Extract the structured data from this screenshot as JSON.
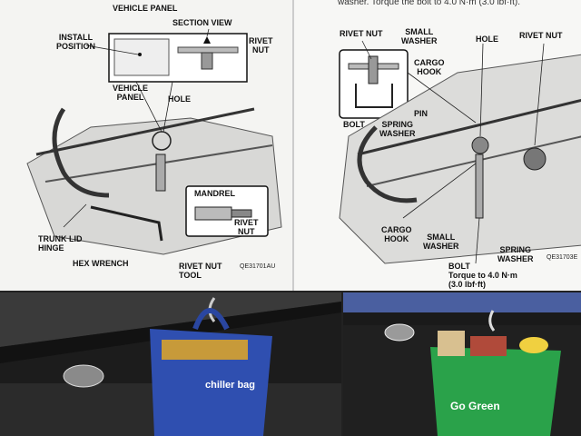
{
  "left_figure": {
    "labels": {
      "vehicle_panel_top": "VEHICLE PANEL",
      "section_view": "SECTION VIEW",
      "install_position": "INSTALL\nPOSITION",
      "rivet_nut_top": "RIVET\nNUT",
      "vehicle_panel": "VEHICLE\nPANEL",
      "hole": "HOLE",
      "mandrel": "MANDREL",
      "rivet_nut_inset": "RIVET\nNUT",
      "trunk_lid_hinge": "TRUNK LID\nHINGE",
      "hex_wrench": "HEX WRENCH",
      "rivet_nut_tool": "RIVET NUT\nTOOL"
    },
    "code": "QE31701AU"
  },
  "right_figure": {
    "header_text": "washer. Torque the bolt to 4.0 N·m (3.0 lbf·ft).",
    "labels": {
      "rivet_nut_l": "RIVET NUT",
      "small_washer_top": "SMALL\nWASHER",
      "hole": "HOLE",
      "rivet_nut_r": "RIVET NUT",
      "cargo_hook_top": "CARGO\nHOOK",
      "bolt": "BOLT",
      "pin": "PIN",
      "spring_washer_top": "SPRING\nWASHER",
      "cargo_hook_bottom": "CARGO\nHOOK",
      "small_washer_bottom": "SMALL\nWASHER",
      "spring_washer_bottom": "SPRING\nWASHER",
      "bolt_torque": "BOLT\nTorque to 4.0 N·m\n(3.0 lbf·ft)"
    },
    "code": "QE31703E"
  },
  "photos": {
    "left_bag_text": "chiller bag",
    "right_bag_text": "Go Green"
  },
  "colors": {
    "blue_bag": "#2f4fb0",
    "green_bag": "#2aa24a"
  }
}
